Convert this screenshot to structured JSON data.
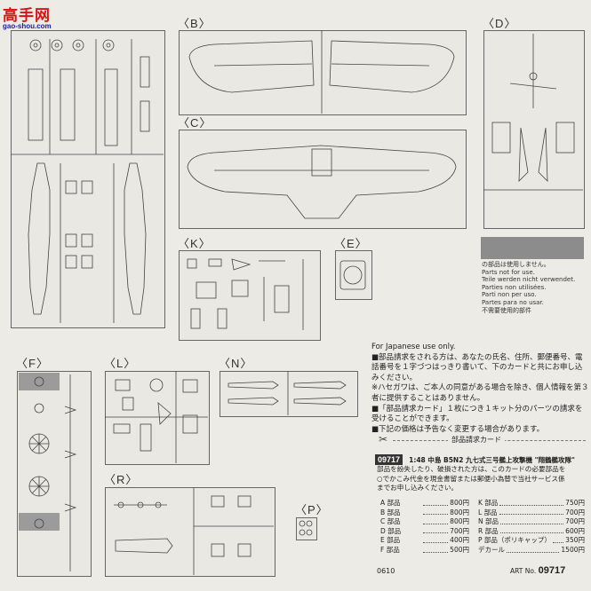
{
  "logo": {
    "main": "高手网",
    "url": "gao-shou.com"
  },
  "sprue_labels": {
    "B": "〈B〉",
    "C": "〈C〉",
    "D": "〈D〉",
    "K": "〈K〉",
    "E": "〈E〉",
    "F": "〈F〉",
    "L": "〈L〉",
    "N": "〈N〉",
    "R": "〈R〉",
    "P": "〈P〉"
  },
  "legend": [
    "の部品は使用しません。",
    "Parts not for use.",
    "Teile werden nicht verwendet.",
    "Parties non utilisées.",
    "Parti non per uso.",
    "Partes para no usar.",
    "不需要使用的部件"
  ],
  "info": [
    "For Japanese use only.",
    "■部品請求をされる方は、あなたの氏名、住所、郵便番号、電話番号を１字づつはっきり書いて、下のカードと共にお申し込みください。",
    "※ハセガワは、ご本人の同意がある場合を除き、個人情報を第３者に提供することはありません。",
    "■「部品請求カード」１枚につき１キット分のパーツの請求を受けることができます。",
    "■下記の価格は予告なく変更する場合があります。"
  ],
  "card": {
    "title": "部品請求カード",
    "code": "09717",
    "name": "1:48 中島 B5N2 九七式三号艦上攻撃機 \"翔鶴艦攻隊\"",
    "desc": [
      "部品を紛失したり、破損された方は、このカードの必要部品を",
      "○でかこみ代金を現金書留または郵便小為替で当社サービス係",
      "までお申し込みください。"
    ],
    "left_parts": [
      {
        "k": "A 部品",
        "v": "800円"
      },
      {
        "k": "B 部品",
        "v": "800円"
      },
      {
        "k": "C 部品",
        "v": "800円"
      },
      {
        "k": "D 部品",
        "v": "700円"
      },
      {
        "k": "E 部品",
        "v": "400円"
      },
      {
        "k": "F 部品",
        "v": "500円"
      }
    ],
    "right_parts": [
      {
        "k": "K 部品",
        "v": "750円"
      },
      {
        "k": "L 部品",
        "v": "700円"
      },
      {
        "k": "N 部品",
        "v": "700円"
      },
      {
        "k": "R 部品",
        "v": "600円"
      },
      {
        "k": "P 部品（ポリキャップ）",
        "v": "350円"
      },
      {
        "k": "デカール",
        "v": "1500円"
      }
    ]
  },
  "footer": {
    "left": "0610",
    "art_label": "ART No.",
    "art_no": "09717"
  }
}
